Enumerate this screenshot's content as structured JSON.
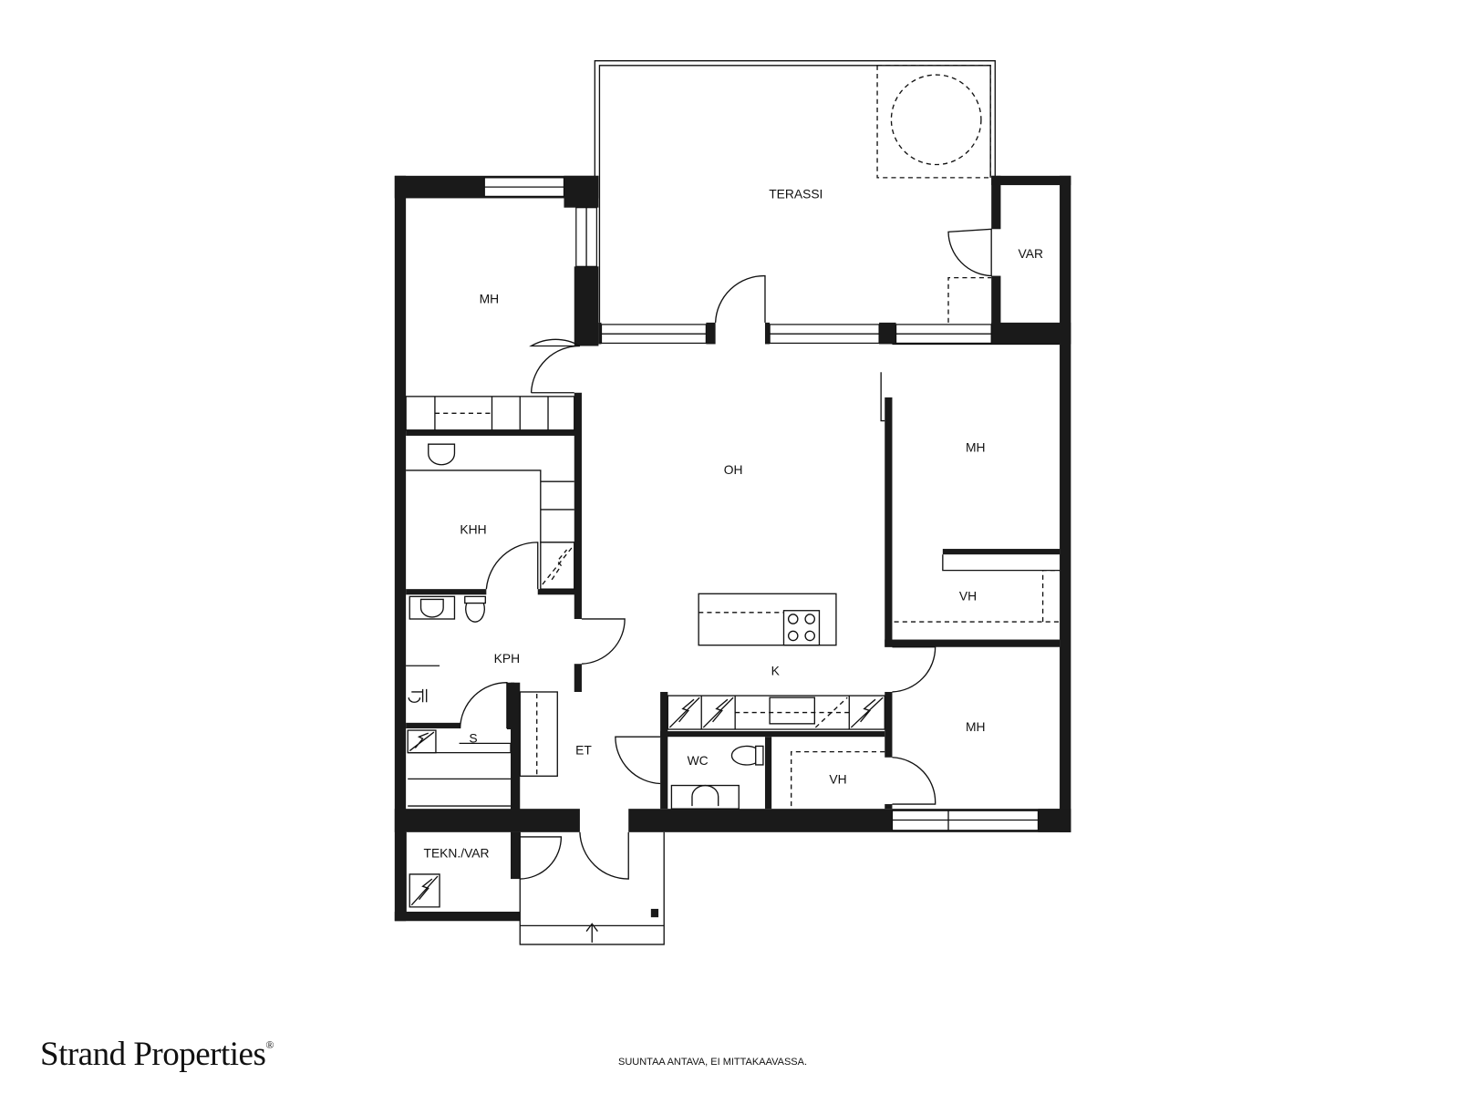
{
  "rooms": {
    "terassi": "TERASSI",
    "var": "VAR",
    "mh_left": "MH",
    "oh": "OH",
    "mh_right": "MH",
    "khh": "KHH",
    "vh_right": "VH",
    "kph": "KPH",
    "k": "K",
    "mh_bottom": "MH",
    "s": "S",
    "et": "ET",
    "wc": "WC",
    "vh_bottom": "VH",
    "tekn_var": "TEKN./VAR"
  },
  "footer": {
    "brand": "Strand Properties",
    "brand_mark": "®",
    "note": "SUUNTAA ANTAVA, EI MITTAKAAVASSA."
  }
}
